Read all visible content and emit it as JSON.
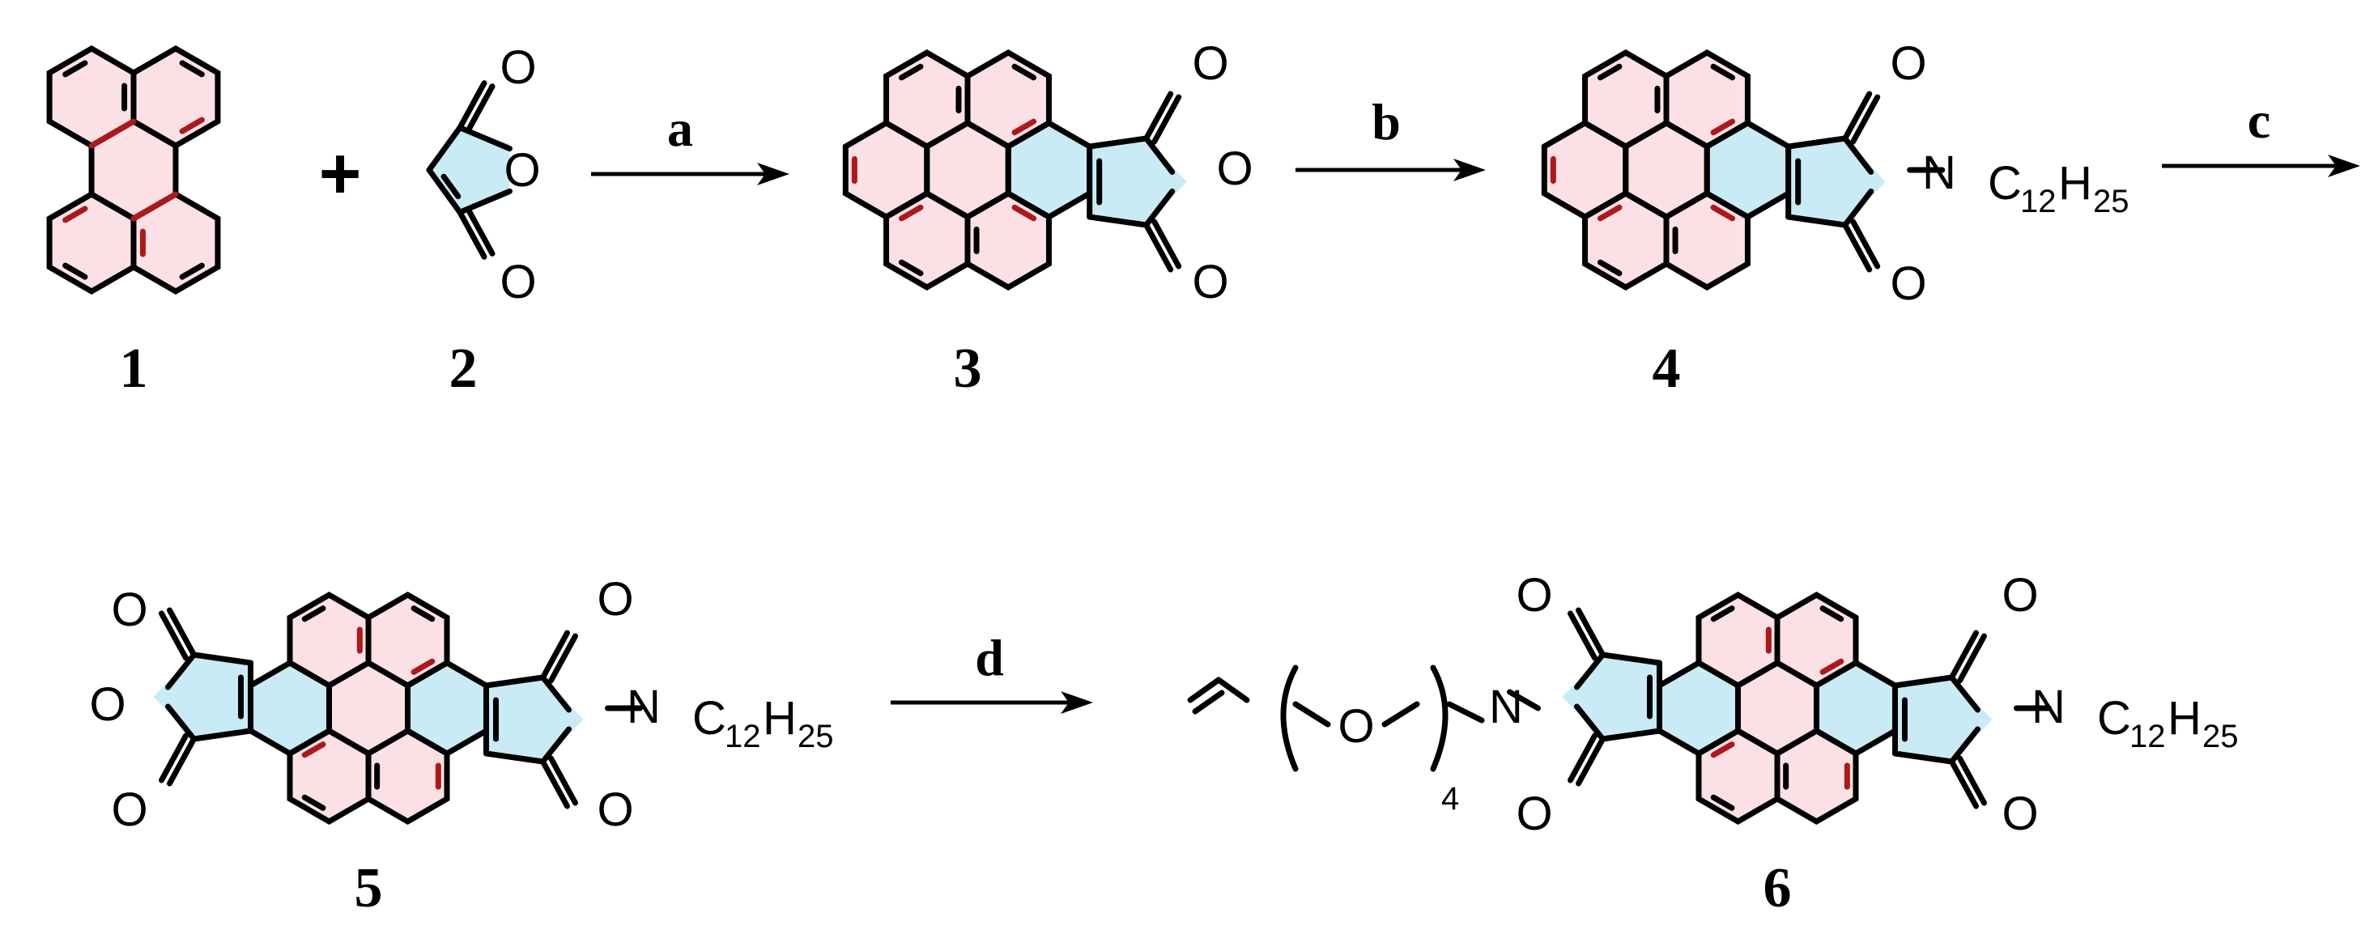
{
  "colors": {
    "aromatic_fill": "#fbe1e6",
    "annulated_fill": "#c9ebf5",
    "highlight_bond": "#b01818",
    "bond": "#000000"
  },
  "compounds": {
    "c1": "1",
    "c2": "2",
    "c3": "3",
    "c4": "4",
    "c5": "5",
    "c6": "6"
  },
  "steps": {
    "a": "a",
    "b": "b",
    "c": "c",
    "d": "d"
  },
  "plus": "+",
  "atoms": {
    "O": "O",
    "N": "N",
    "C": "C",
    "H": "H"
  },
  "alkyl": {
    "c_count": "12",
    "h_count": "25"
  },
  "repeat_count": "4"
}
